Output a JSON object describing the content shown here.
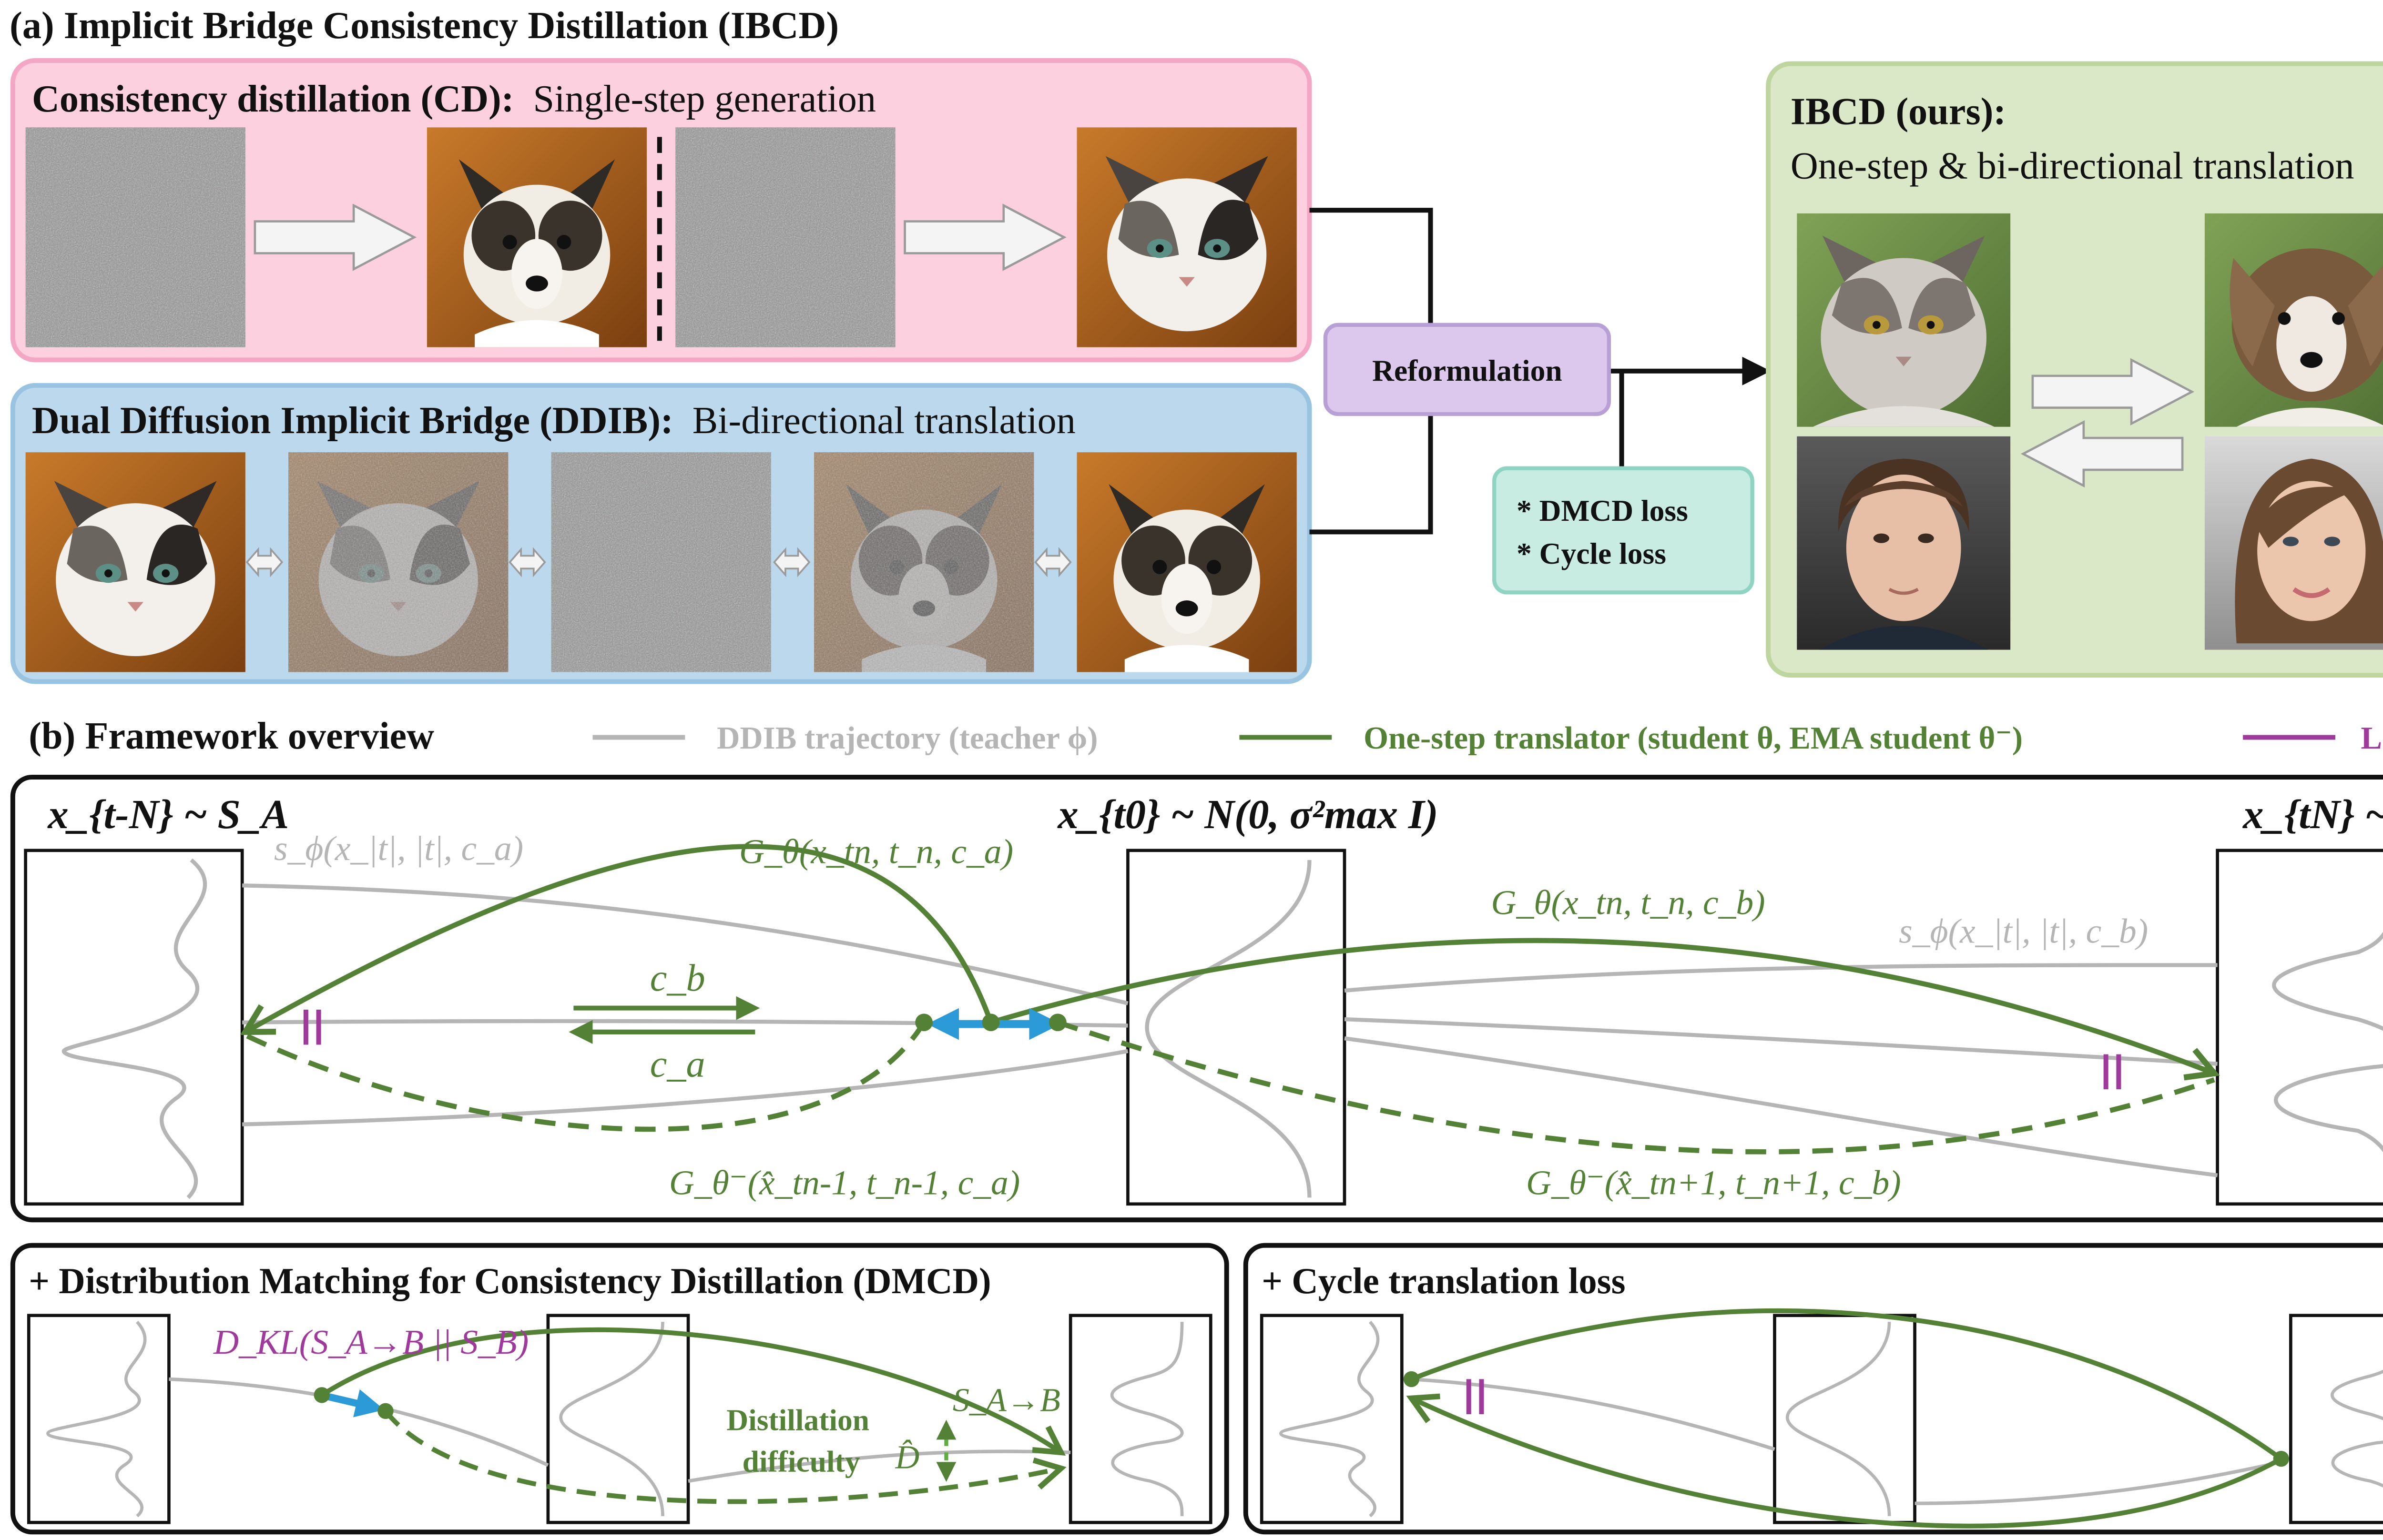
{
  "panel_a": {
    "title": "(a) Implicit Bridge Consistency Distillation (IBCD)",
    "cd": {
      "name": "Consistency distillation (CD):",
      "desc": "Single-step generation"
    },
    "ddib": {
      "name": "Dual Diffusion Implicit Bridge (DDIB):",
      "desc": "Bi-directional translation"
    },
    "reformulation": "Reformulation",
    "losses": [
      "* DMCD loss",
      "* Cycle loss"
    ],
    "ibcd": {
      "name": "IBCD (ours):",
      "desc": "One-step & bi-directional translation"
    }
  },
  "panel_b": {
    "title": "(b) Framework overview",
    "legend": [
      {
        "label": "DDIB trajectory (teacher ϕ)",
        "color": "#b5b5b5"
      },
      {
        "label": "One-step translator (student θ, EMA student θ⁻)",
        "color": "#538135"
      },
      {
        "label": "Loss",
        "color": "#a0399c"
      }
    ],
    "labels": {
      "xa": "x_{t-N} ~ S_A",
      "x0": "x_{t0} ~ N(0, σ²max I)",
      "xb": "x_{tN} ~ S_B",
      "s_a": "s_ϕ(x_|t|, |t|, c_a)",
      "s_b": "s_ϕ(x_|t|, |t|, c_b)",
      "g_a": "G_θ(x_tn, t_n, c_a)",
      "g_b": "G_θ(x_tn, t_n, c_b)",
      "gm_a": "G_θ⁻(x̂_tn-1, t_n-1, c_a)",
      "gm_b": "G_θ⁻(x̂_tn+1, t_n+1, c_b)",
      "cb": "c_b",
      "ca": "c_a"
    }
  },
  "dmcd": {
    "title": "+ Distribution Matching for Consistency Distillation (DMCD)",
    "kl": "D_KL(S_A→B || S_B)",
    "target": "S_A→B",
    "difficulty": [
      "Distillation",
      "difficulty"
    ]
  },
  "cycle": {
    "title": "+ Cycle translation loss"
  },
  "colors": {
    "pink_bg": "#fdd0e0",
    "pink_border": "#f4a7c4",
    "blue_bg": "#bcd8ec",
    "blue_border": "#98c4e2",
    "green_bg": "#dbe8c8",
    "green_border": "#bfd5a0",
    "purple_bg": "#dcc8ec",
    "purple_border": "#b89fd6",
    "teal_bg": "#c8ece2",
    "teal_border": "#8fd4c2",
    "student_green": "#538135",
    "teacher_gray": "#b5b5b5",
    "loss_magenta": "#a0399c",
    "bridge_blue": "#2b9ad6"
  }
}
